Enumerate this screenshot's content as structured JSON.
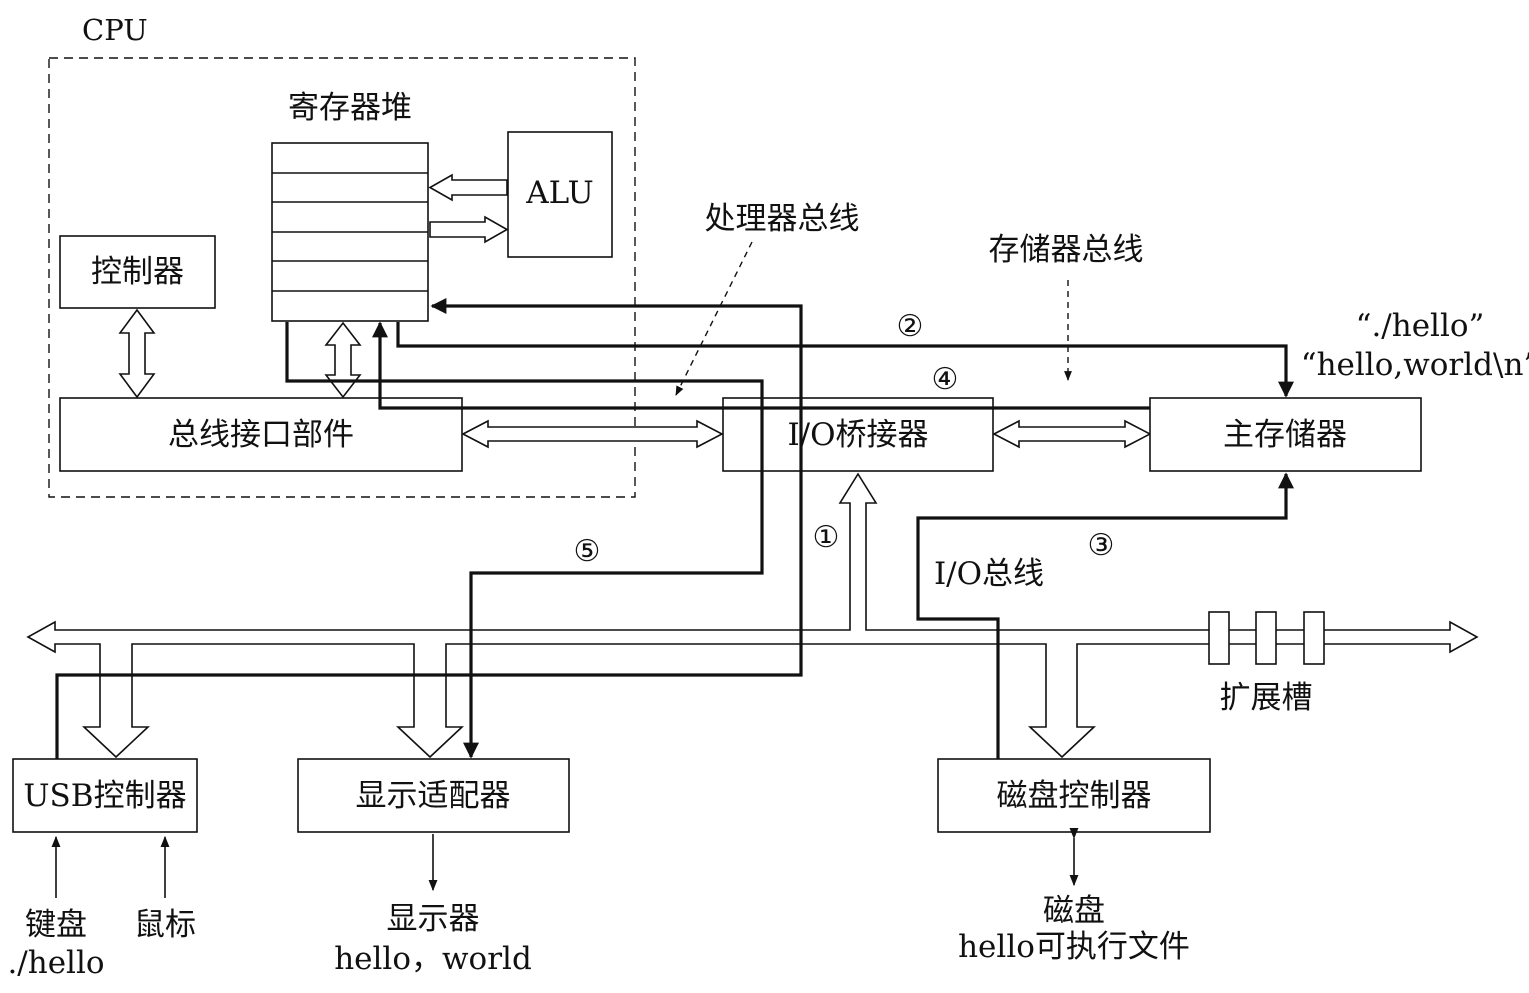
{
  "cpu": {
    "label": "CPU",
    "register_file_label": "寄存器堆",
    "alu_label": "ALU",
    "controller_label": "控制器",
    "bus_interface_label": "总线接口部件"
  },
  "buses": {
    "processor_bus_label": "处理器总线",
    "memory_bus_label": "存储器总线",
    "io_bus_label": "I/O总线",
    "expansion_slots_label": "扩展槽"
  },
  "components": {
    "io_bridge_label": "I/O桥接器",
    "main_memory_label": "主存储器",
    "usb_controller_label": "USB控制器",
    "display_adapter_label": "显示适配器",
    "disk_controller_label": "磁盘控制器"
  },
  "memory_contents": {
    "line1": "“./hello”",
    "line2": "“hello,world\\n”"
  },
  "devices": {
    "keyboard_label": "键盘",
    "keyboard_input": "./hello",
    "mouse_label": "鼠标",
    "display_label": "显示器",
    "display_output": "hello，world",
    "disk_label": "磁盘",
    "disk_content": "hello可执行文件"
  },
  "steps": [
    "①",
    "②",
    "③",
    "④",
    "⑤"
  ]
}
